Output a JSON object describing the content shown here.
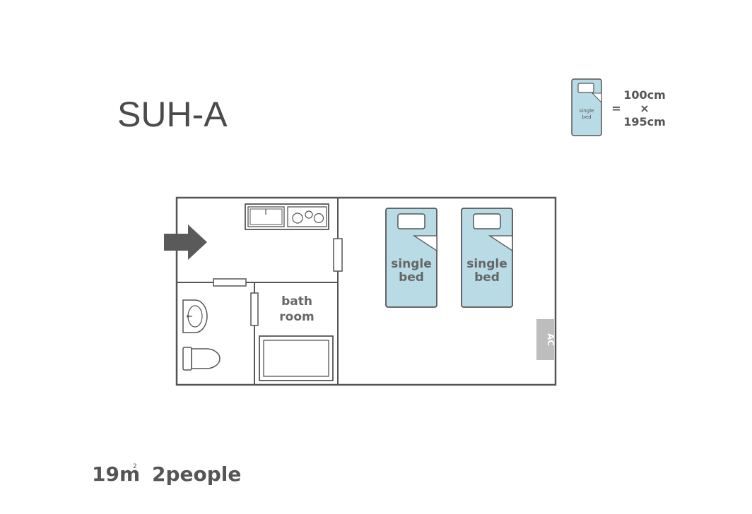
{
  "title": "SUH-A",
  "legend": {
    "bed_line1": "single",
    "bed_line2": "bed",
    "equals": "=",
    "width": "100cm",
    "times": "×",
    "length": "195cm"
  },
  "rooms": {
    "bath_line1": "bath",
    "bath_line2": "room",
    "bed1_line1": "single",
    "bed1_line2": "bed",
    "bed2_line1": "single",
    "bed2_line2": "bed",
    "ac": "AC"
  },
  "footer": {
    "area": "19m",
    "area_sup": "2",
    "capacity": "2people"
  },
  "colors": {
    "wall": "#555555",
    "bed_fill": "#b9dbe5",
    "entrance_arrow": "#5a5a5a",
    "ac_fill": "#bdbdbd",
    "text": "#555555"
  }
}
